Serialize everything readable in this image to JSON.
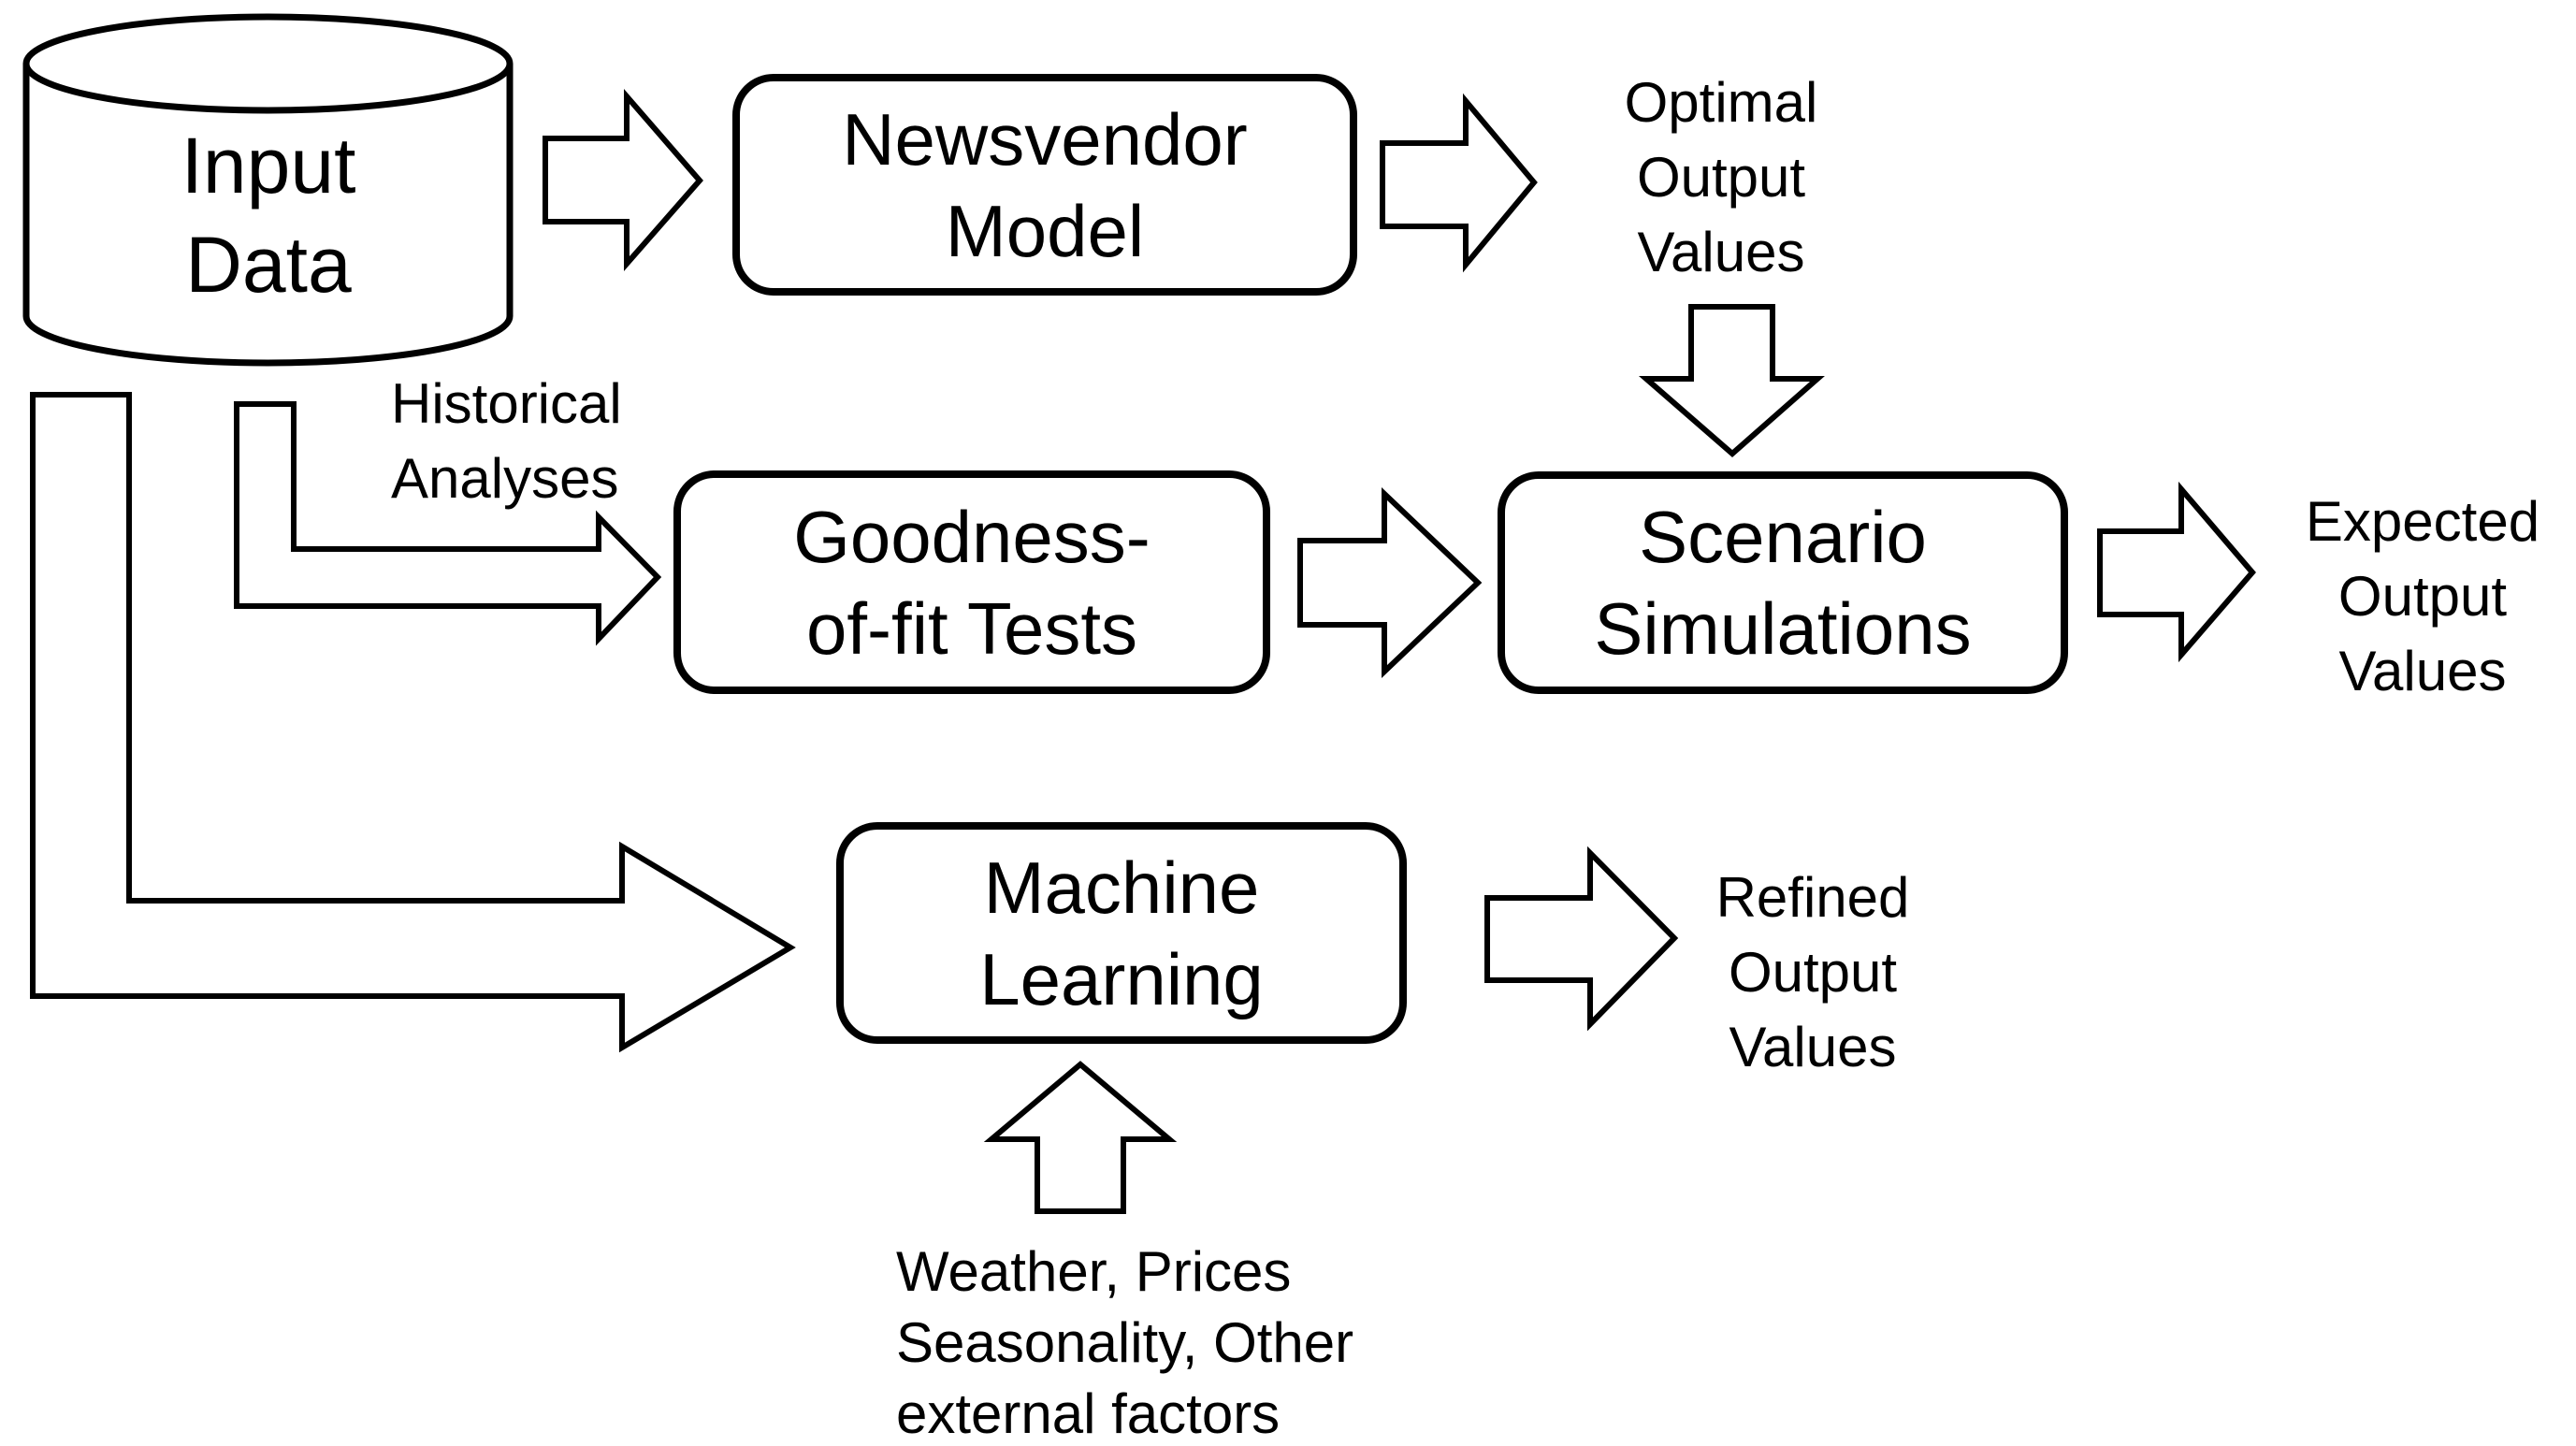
{
  "diagram": {
    "colors": {
      "stroke": "#000000",
      "fill": "#ffffff",
      "background": "#ffffff"
    },
    "nodes": {
      "input_data": {
        "shape": "cylinder",
        "label": "Input\nData"
      },
      "newsvendor": {
        "shape": "rounded-rect",
        "label": "Newsvendor\nModel"
      },
      "goodness_of_fit": {
        "shape": "rounded-rect",
        "label": "Goodness-\nof-fit Tests"
      },
      "scenario_simulations": {
        "shape": "rounded-rect",
        "label": "Scenario\nSimulations"
      },
      "machine_learning": {
        "shape": "rounded-rect",
        "label": "Machine\nLearning"
      }
    },
    "labels": {
      "optimal_output": "Optimal\nOutput\nValues",
      "expected_output": "Expected\nOutput\nValues",
      "refined_output": "Refined\nOutput\nValues",
      "historical_analyses": "Historical\nAnalyses",
      "external_factors": "Weather, Prices\nSeasonality, Other\nexternal factors"
    },
    "edges": [
      {
        "from": "input_data",
        "to": "newsvendor",
        "label": ""
      },
      {
        "from": "newsvendor",
        "to": "optimal_output",
        "label": ""
      },
      {
        "from": "optimal_output",
        "to": "scenario_simulations",
        "label": ""
      },
      {
        "from": "input_data",
        "to": "goodness_of_fit",
        "label": "Historical Analyses"
      },
      {
        "from": "goodness_of_fit",
        "to": "scenario_simulations",
        "label": ""
      },
      {
        "from": "scenario_simulations",
        "to": "expected_output",
        "label": ""
      },
      {
        "from": "input_data",
        "to": "machine_learning",
        "label": ""
      },
      {
        "from": "machine_learning",
        "to": "refined_output",
        "label": ""
      },
      {
        "from": "external_factors",
        "to": "machine_learning",
        "label": ""
      }
    ]
  }
}
